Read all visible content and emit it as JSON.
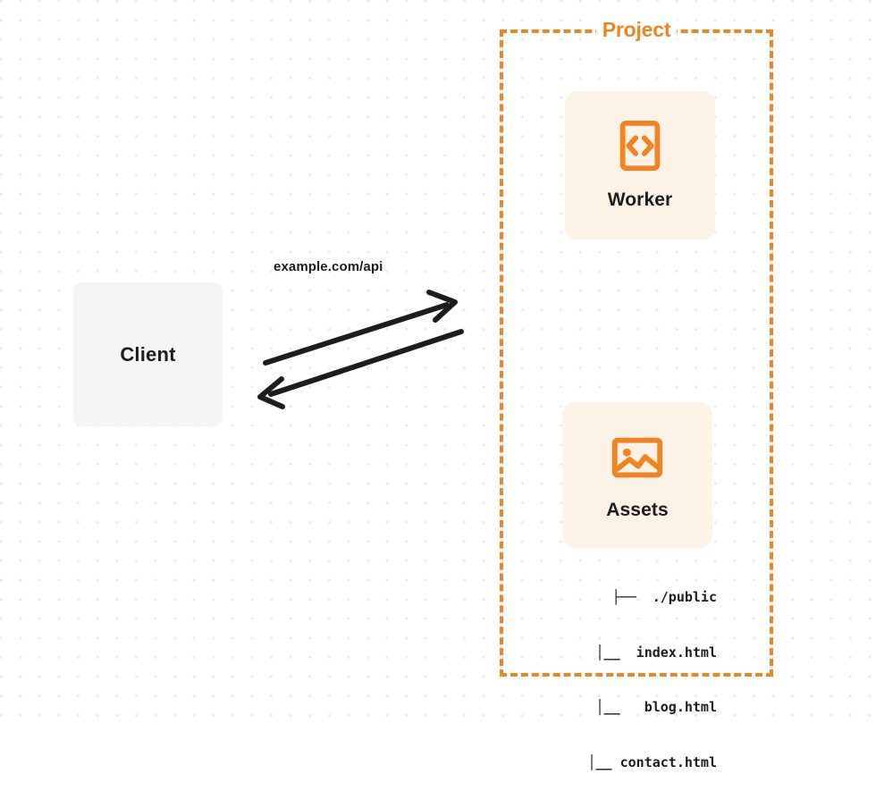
{
  "diagram": {
    "background": {
      "dot_color": "#e9e9ec",
      "page_color": "#ffffff"
    },
    "colors": {
      "accent_orange": "#f28321",
      "card_fill": "#fdf2e6",
      "client_fill": "#f4f4f6",
      "text": "#1d1d1f",
      "arrow": "#1d1d1f"
    },
    "client": {
      "label": "Client"
    },
    "project": {
      "title": "Project",
      "border_style": "dashed",
      "border_color": "#f28321"
    },
    "worker": {
      "label": "Worker",
      "icon": "code-brackets-icon"
    },
    "assets": {
      "label": "Assets",
      "icon": "image-picture-icon",
      "file_tree": [
        "├──  ./public",
        "│__  index.html",
        "│__   blog.html",
        "│__ contact.html"
      ]
    },
    "connection": {
      "label": "example.com/api",
      "direction": "bidirectional"
    }
  }
}
